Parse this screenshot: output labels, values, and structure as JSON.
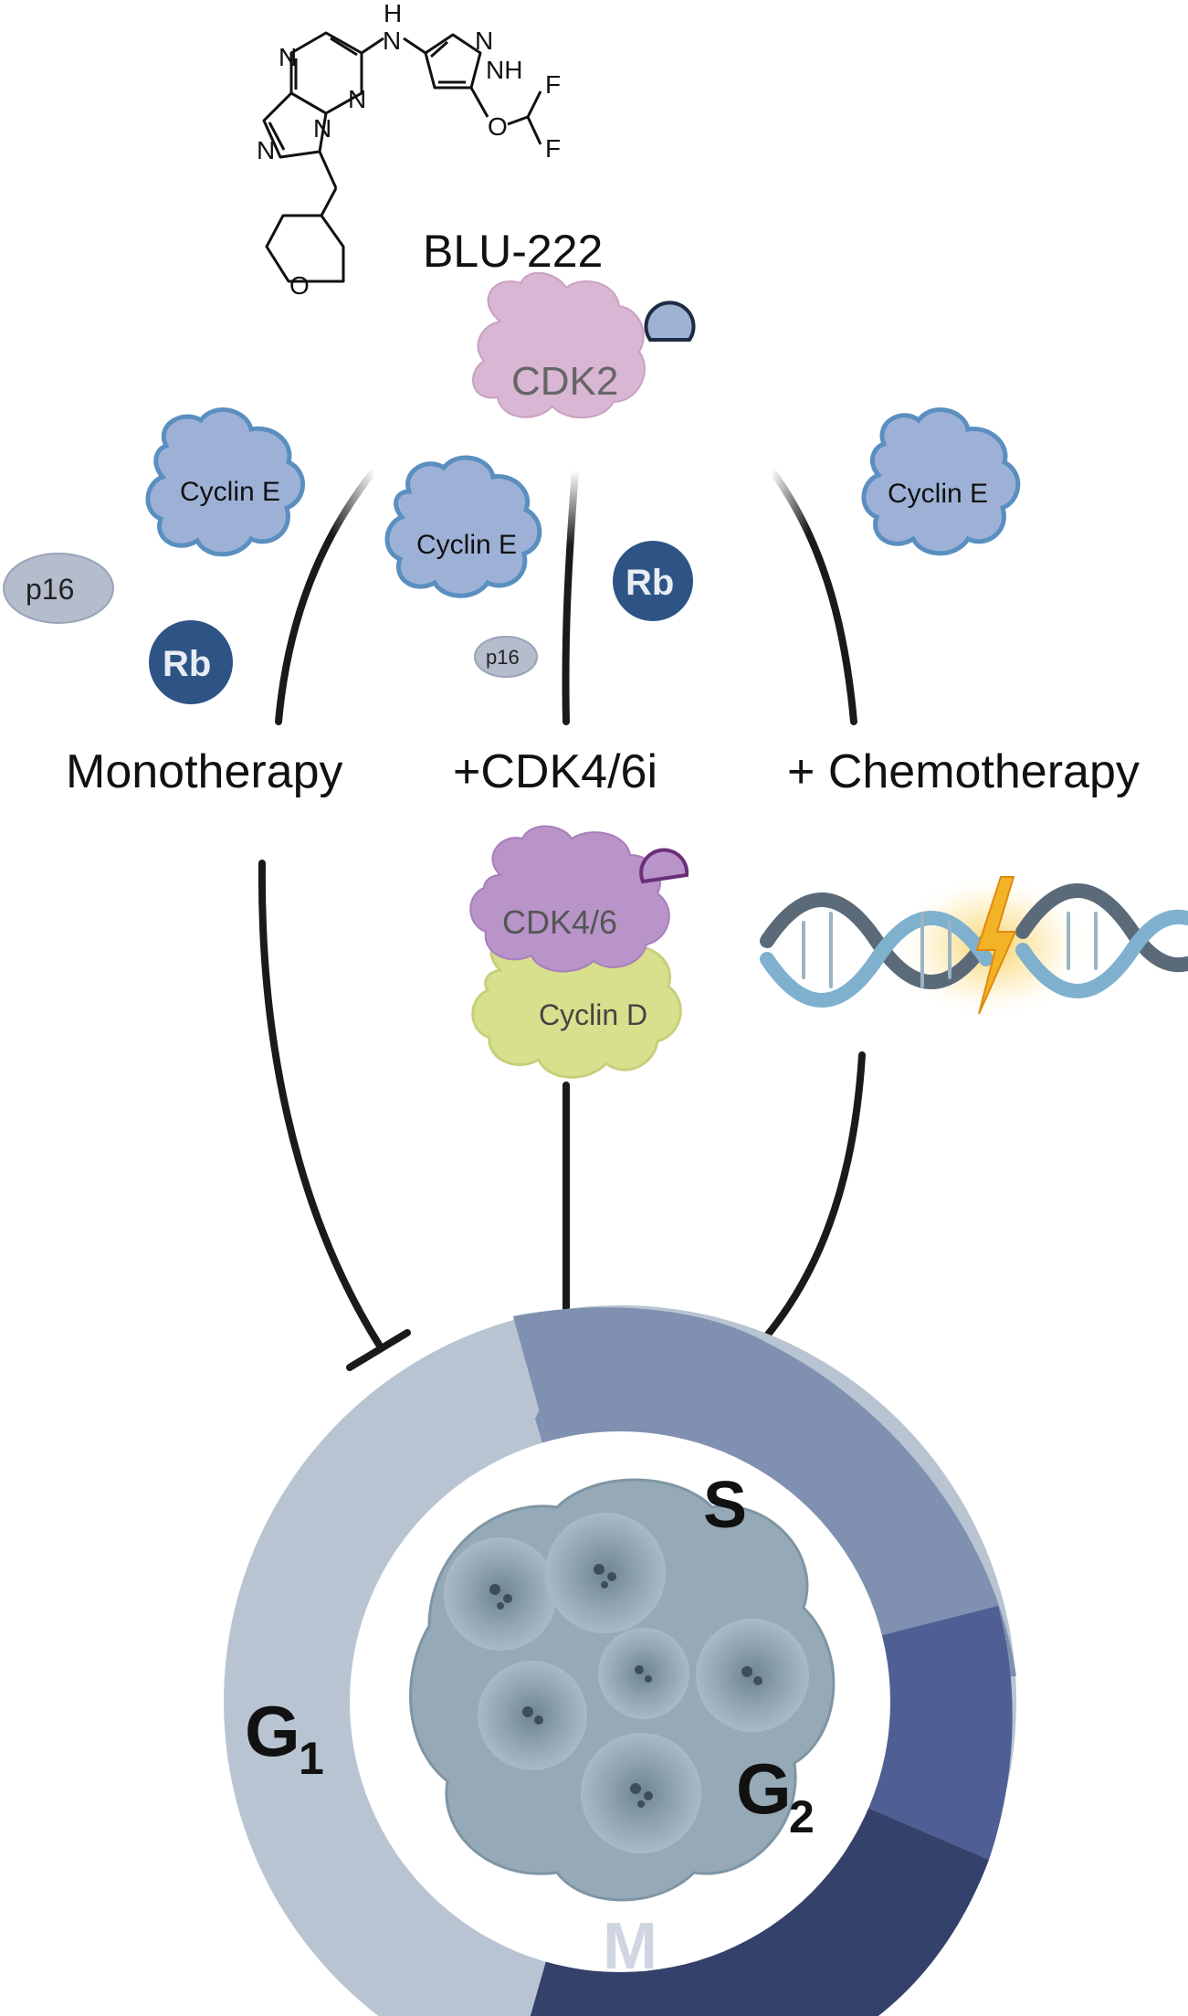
{
  "compound": {
    "name": "BLU-222",
    "atoms": {
      "n": "N",
      "h": "H",
      "nh": "NH",
      "o": "O",
      "f": "F"
    }
  },
  "kinases": {
    "cdk2": "CDK2",
    "cdk46": "CDK4/6",
    "cyclin_d": "Cyclin D"
  },
  "proteins": {
    "cyclin_e": "Cyclin E",
    "rb": "Rb",
    "p16": "p16"
  },
  "arms": {
    "mono": "Monotherapy",
    "cdk46i": "+CDK4/6i",
    "chemo": "+ Chemotherapy"
  },
  "cell_cycle": {
    "phases": [
      {
        "label": "G",
        "sub": "1",
        "color": "#b8c4d2"
      },
      {
        "label": "S",
        "sub": "",
        "color": "#8090b0"
      },
      {
        "label": "G",
        "sub": "2",
        "color": "#4f5f94"
      },
      {
        "label": "M",
        "sub": "",
        "color": "#34416a"
      }
    ]
  },
  "colors": {
    "cyclin_e": "#9db1d6",
    "cyclin_e_border": "#5a8fc0",
    "rb": "#2e5485",
    "p16": "#b5bccc",
    "cdk2": "#d9b6d3",
    "cdk46": "#b894c9",
    "cyclin_d": "#d8e08d"
  }
}
